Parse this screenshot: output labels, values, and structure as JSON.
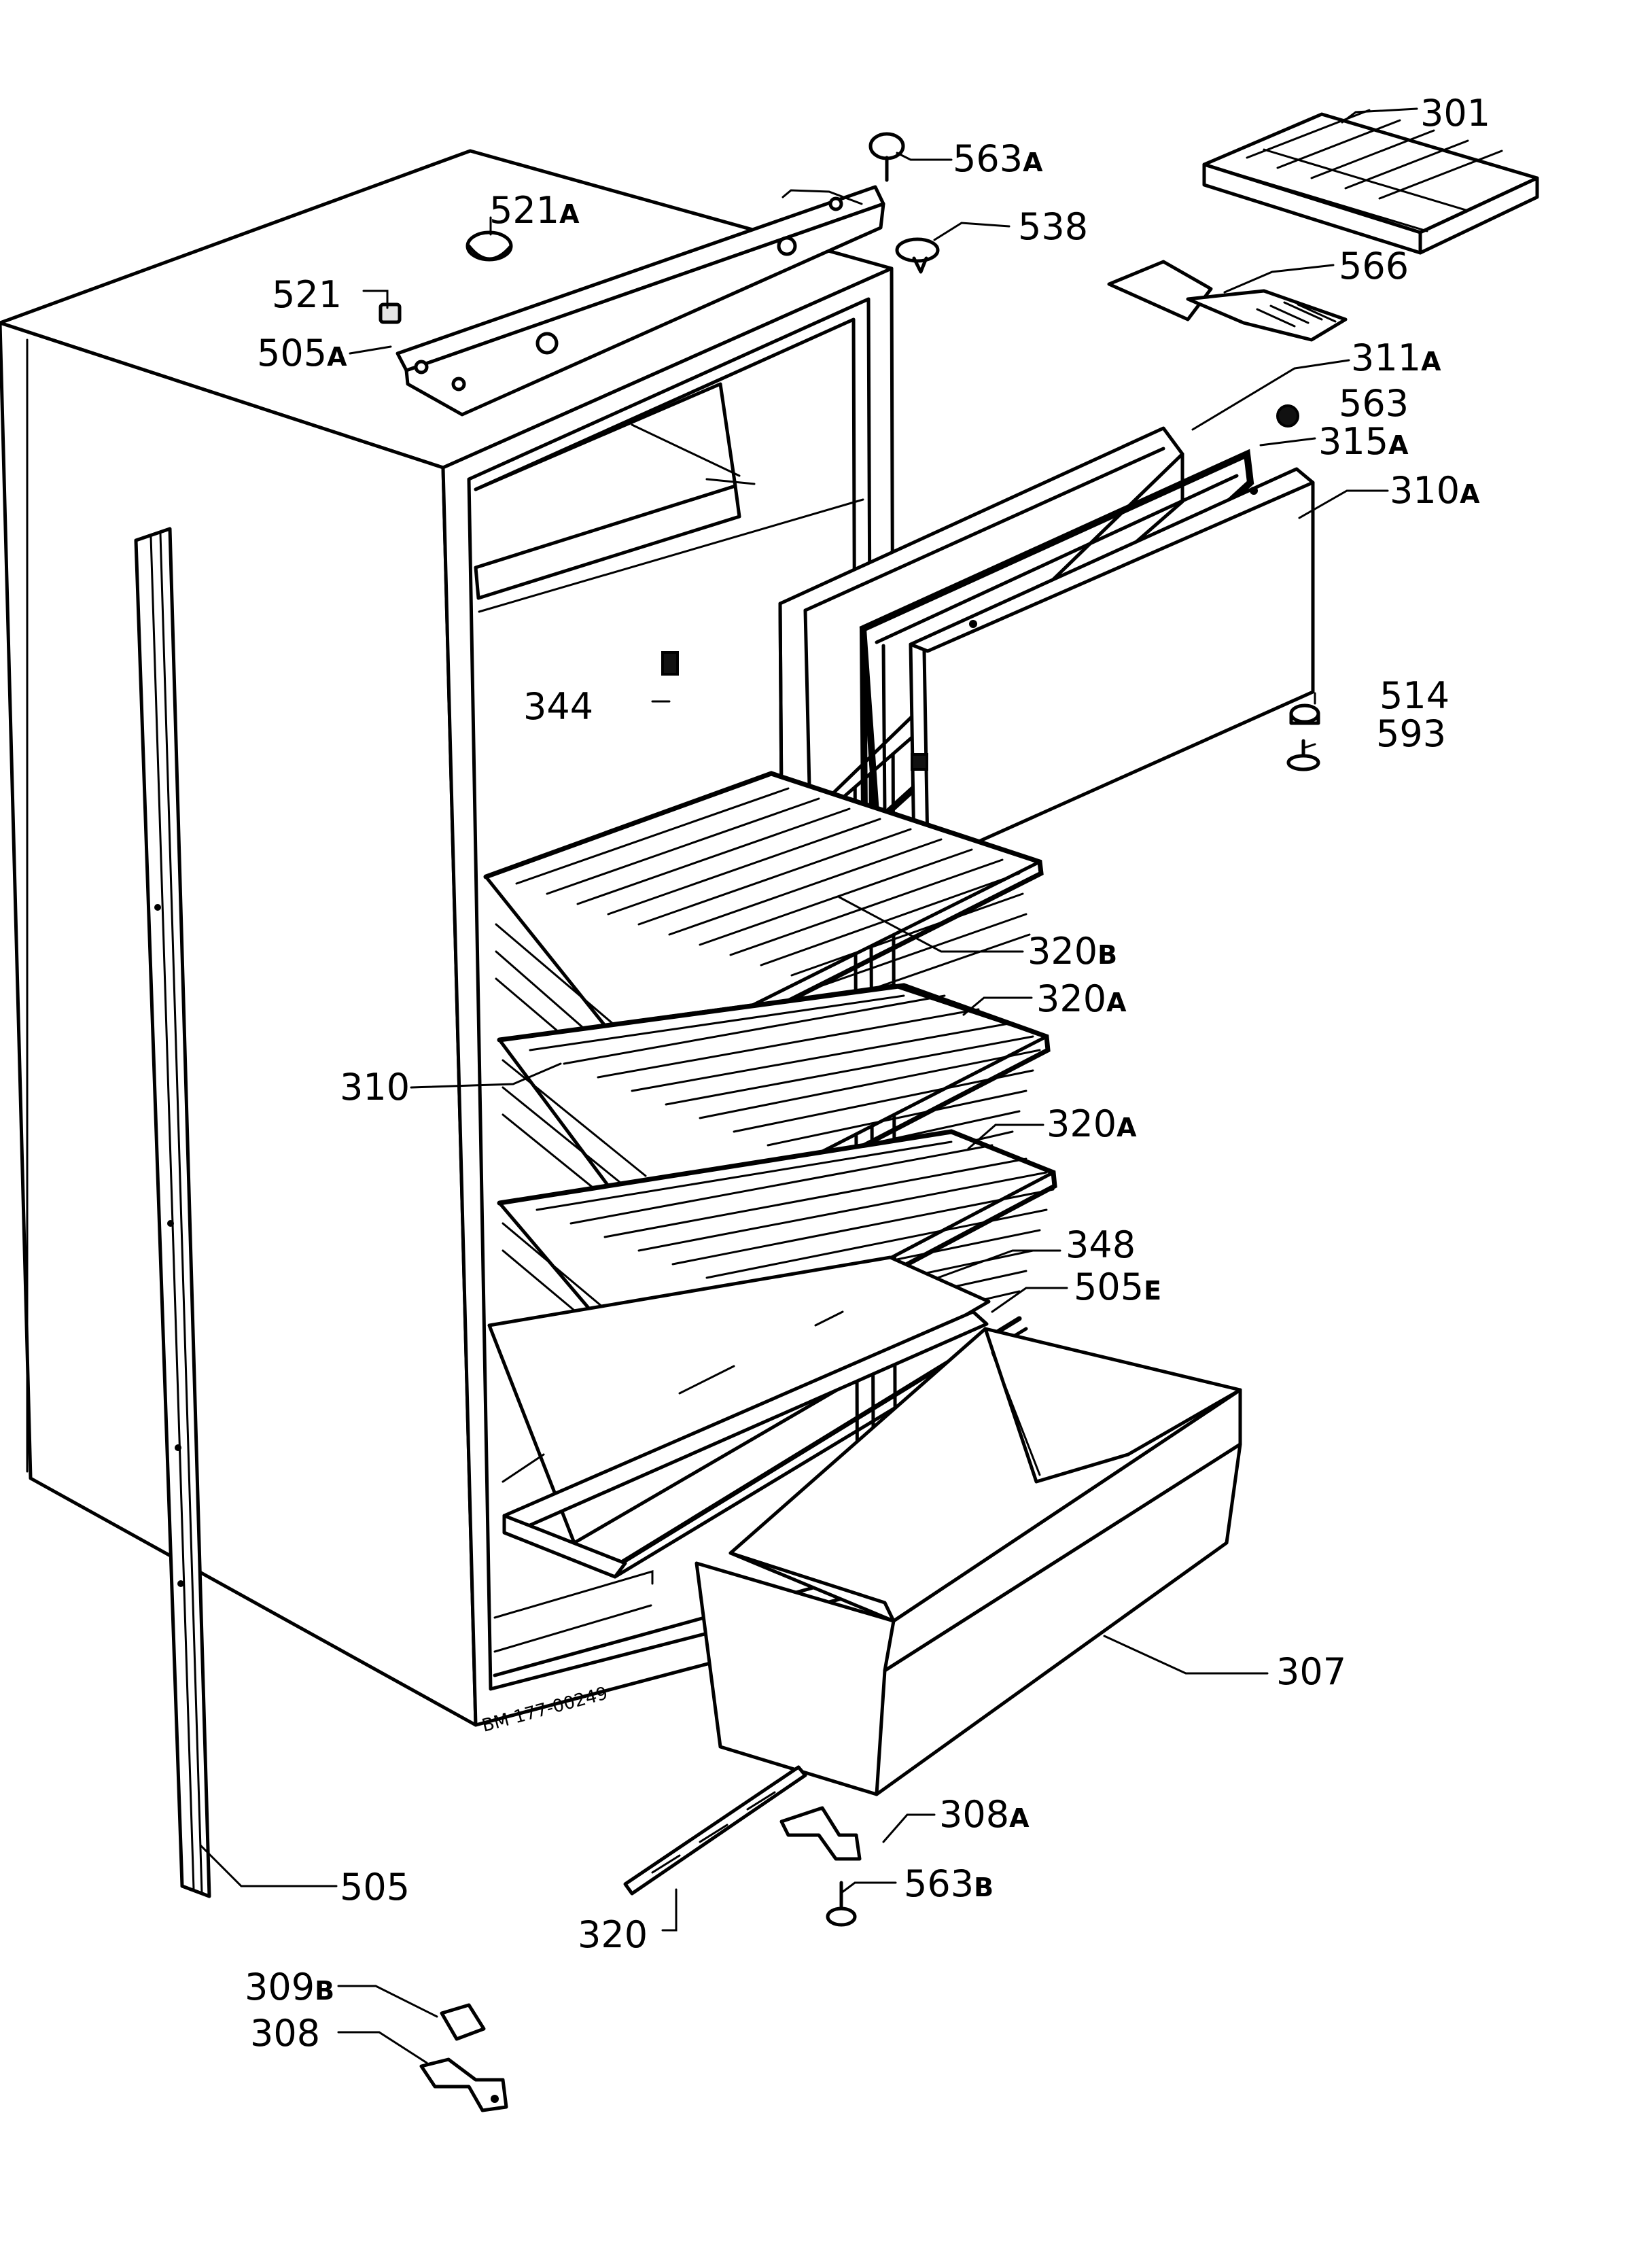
{
  "drawing_code": "BM 177-00249",
  "part_labels": [
    {
      "id": "301",
      "num": "301",
      "suffix": ""
    },
    {
      "id": "563A",
      "num": "563",
      "suffix": "A"
    },
    {
      "id": "521A",
      "num": "521",
      "suffix": "A"
    },
    {
      "id": "538",
      "num": "538",
      "suffix": ""
    },
    {
      "id": "521",
      "num": "521",
      "suffix": ""
    },
    {
      "id": "566",
      "num": "566",
      "suffix": ""
    },
    {
      "id": "505A",
      "num": "505",
      "suffix": "A"
    },
    {
      "id": "311A",
      "num": "311",
      "suffix": "A"
    },
    {
      "id": "563",
      "num": "563",
      "suffix": ""
    },
    {
      "id": "315A",
      "num": "315",
      "suffix": "A"
    },
    {
      "id": "310A",
      "num": "310",
      "suffix": "A"
    },
    {
      "id": "344",
      "num": "344",
      "suffix": ""
    },
    {
      "id": "514",
      "num": "514",
      "suffix": ""
    },
    {
      "id": "593",
      "num": "593",
      "suffix": ""
    },
    {
      "id": "320B",
      "num": "320",
      "suffix": "B"
    },
    {
      "id": "320A-1",
      "num": "320",
      "suffix": "A"
    },
    {
      "id": "310",
      "num": "310",
      "suffix": ""
    },
    {
      "id": "320A-2",
      "num": "320",
      "suffix": "A"
    },
    {
      "id": "348",
      "num": "348",
      "suffix": ""
    },
    {
      "id": "505E",
      "num": "505",
      "suffix": "E"
    },
    {
      "id": "307",
      "num": "307",
      "suffix": ""
    },
    {
      "id": "308A",
      "num": "308",
      "suffix": "A"
    },
    {
      "id": "505",
      "num": "505",
      "suffix": ""
    },
    {
      "id": "563B",
      "num": "563",
      "suffix": "B"
    },
    {
      "id": "320",
      "num": "320",
      "suffix": ""
    },
    {
      "id": "309B",
      "num": "309",
      "suffix": "B"
    },
    {
      "id": "308",
      "num": "308",
      "suffix": ""
    }
  ]
}
